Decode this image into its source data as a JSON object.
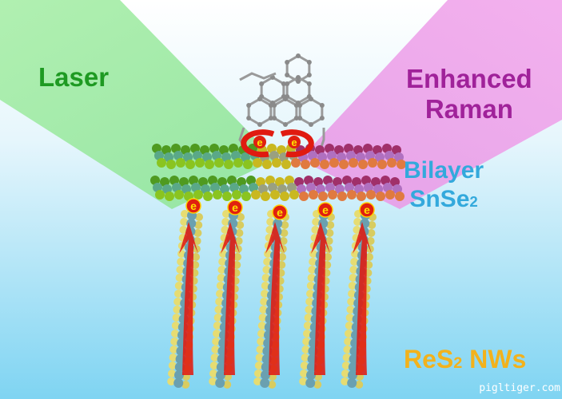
{
  "labels": {
    "laser": "Laser",
    "enhanced_line1": "Enhanced",
    "enhanced_line2": "Raman",
    "bilayer_line1": "Bilayer",
    "bilayer_line2_main": "SnSe",
    "bilayer_line2_sub": "2",
    "nanowires_main": "ReS",
    "nanowires_sub": "2",
    "nanowires_suffix": " NWs",
    "electron": "e"
  },
  "watermark": "pigltiger.com",
  "colors": {
    "laser": "#1e9a22",
    "raman": "#a0229a",
    "bilayer": "#33a9dc",
    "nanowires": "#f2b21c",
    "arrow": "#e01a10",
    "electron": "#e02010"
  },
  "nanowire_count": 5
}
